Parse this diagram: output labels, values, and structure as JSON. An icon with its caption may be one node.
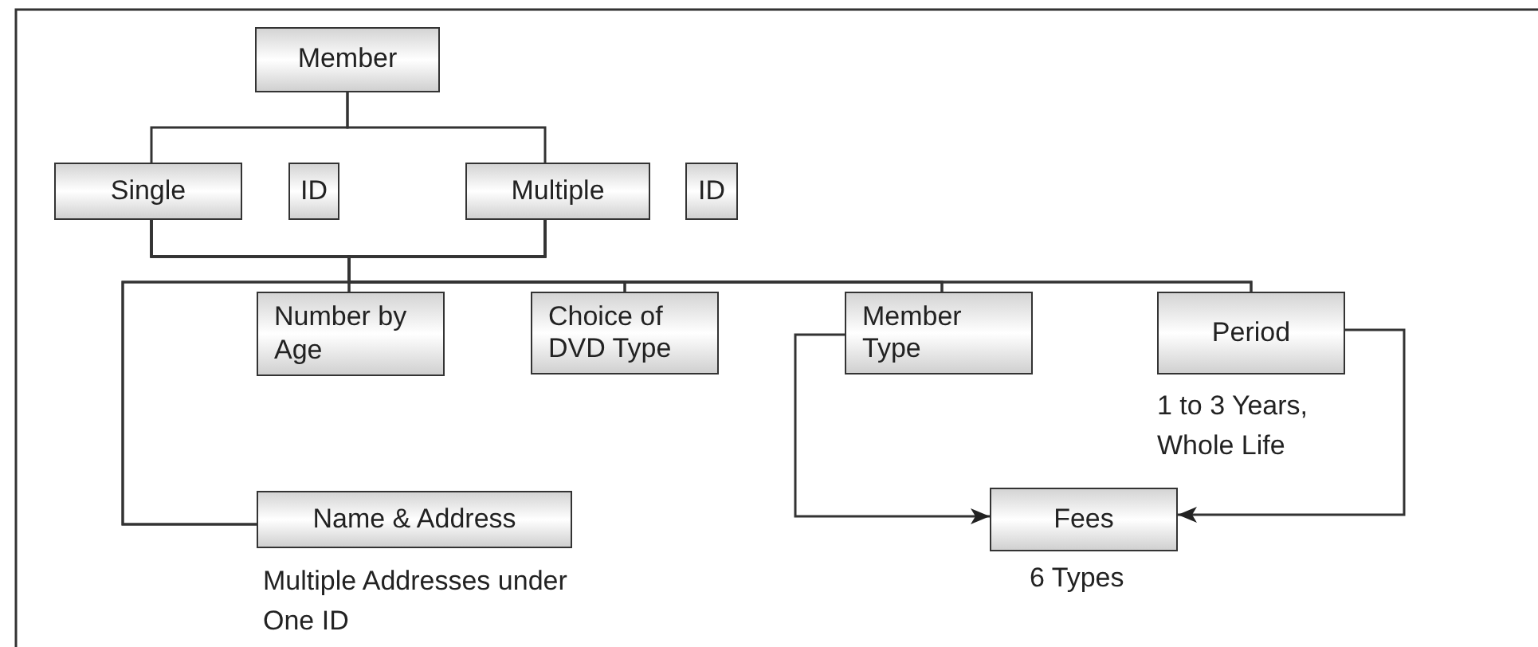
{
  "diagram": {
    "nodes": [
      {
        "text": [
          "Member"
        ]
      },
      {
        "text": [
          "Single"
        ]
      },
      {
        "text": [
          "ID"
        ]
      },
      {
        "text": [
          "Multiple"
        ]
      },
      {
        "text": [
          "ID"
        ]
      },
      {
        "text": [
          "Number by Age"
        ]
      },
      {
        "text": [
          "Choice of DVD Type"
        ]
      },
      {
        "text": [
          "Member Type"
        ]
      },
      {
        "text": [
          "Period"
        ],
        "beside": [
          "1 to 3 Years, Whole Life"
        ]
      },
      {
        "text": [
          "Name & Address"
        ],
        "beside": [
          "Multiple Addresses under One ID"
        ]
      },
      {
        "text": [
          "Fees"
        ],
        "beside": [
          "6 Types"
        ]
      }
    ],
    "edges": [
      {
        "from": 0,
        "to": 1,
        "arrow": "none"
      },
      {
        "from": 0,
        "to": 3,
        "arrow": "none"
      },
      {
        "from": 1,
        "to": 5,
        "arrow": "none"
      },
      {
        "from": 1,
        "to": 6,
        "arrow": "none"
      },
      {
        "from": 1,
        "to": 7,
        "arrow": "none"
      },
      {
        "from": 1,
        "to": 8,
        "arrow": "none"
      },
      {
        "from": 1,
        "to": 9,
        "arrow": "none"
      },
      {
        "from": 3,
        "to": 5,
        "arrow": "none"
      },
      {
        "from": 3,
        "to": 6,
        "arrow": "none"
      },
      {
        "from": 3,
        "to": 7,
        "arrow": "none"
      },
      {
        "from": 3,
        "to": 8,
        "arrow": "none"
      },
      {
        "from": 3,
        "to": 9,
        "arrow": "none"
      },
      {
        "from": 7,
        "to": 10,
        "arrow": "to"
      },
      {
        "from": 8,
        "to": 10,
        "arrow": "to"
      }
    ]
  }
}
